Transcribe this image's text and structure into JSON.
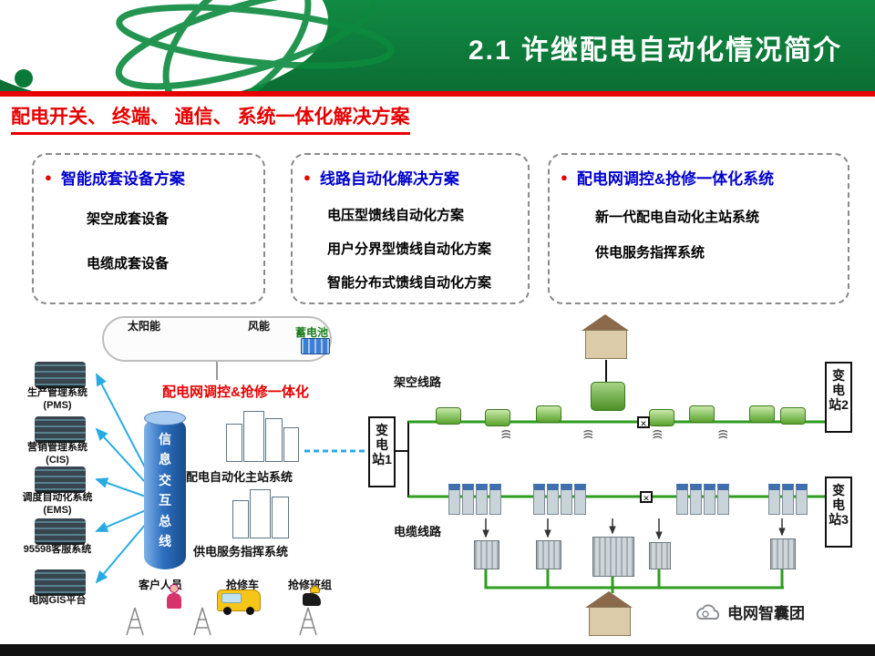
{
  "glyphs": {
    "bullet": "●",
    "x": "✕",
    "signal": "((("
  },
  "header": {
    "title": "2.1 许继配电自动化情况简介"
  },
  "subtitle": "配电开关、 终端、 通信、 系统一体化解决方案",
  "boxes": [
    {
      "title": "智能成套设备方案",
      "items": [
        "架空成套设备",
        "电缆成套设备"
      ]
    },
    {
      "title": "线路自动化解决方案",
      "items": [
        "电压型馈线自动化方案",
        "用户分界型馈线自动化方案",
        "智能分布式馈线自动化方案"
      ]
    },
    {
      "title": "配电网调控&抢修一体化系统",
      "items": [
        "新一代配电自动化主站系统",
        "供电服务指挥系统"
      ]
    }
  ],
  "diagram": {
    "energy": {
      "solar": "太阳能",
      "wind": "风能",
      "battery": "蓄电池"
    },
    "systems": [
      "生产管理系统\n(PMS)",
      "营销管理系统\n(CIS)",
      "调度自动化系统\n(EMS)",
      "95598客服系统",
      "电网GIS平台"
    ],
    "red_label": "配电网调控&抢修一体化",
    "bus": "信息交互总线",
    "master_label": "配电自动化主站系统",
    "service_label": "供电服务指挥系统",
    "overhead_label": "架空线路",
    "cable_label": "电缆线路",
    "substations": [
      "变电站1",
      "变电站2",
      "变电站3"
    ],
    "bottom": {
      "customer": "客户人员",
      "truck": "抢修车",
      "crew": "抢修班组"
    },
    "brand": "电网智囊团"
  },
  "colors": {
    "header_green": "#0f7d3a",
    "accent_red": "#e60000",
    "title_blue": "#0000cc",
    "line_green": "#2e9e1f"
  }
}
